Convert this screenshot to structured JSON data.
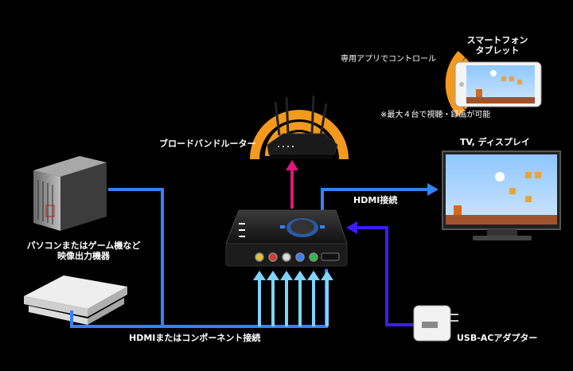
{
  "diagram": {
    "labels": {
      "smartphone": "スマートフォン\nタブレット",
      "app_control": "専用アプリでコントロール",
      "max4": "※最大４台で視聴・録画が可能",
      "router": "ブロードバンドルーター",
      "tv": "TV, ディスプレイ",
      "hdmi_out": "HDMI接続",
      "pc_source": "パソコンまたはゲーム機など\n映像出力機器",
      "inputs": "HDMIまたはコンポーネント接続",
      "usb_ac": "USB-ACアダプター"
    },
    "colors": {
      "wifi": "#f39a1e",
      "hdmi_line": "#3a7fff",
      "power_line": "#3a1eff",
      "router_arrow": "#e0177a",
      "component_arrows": "#7fd4ff"
    }
  }
}
